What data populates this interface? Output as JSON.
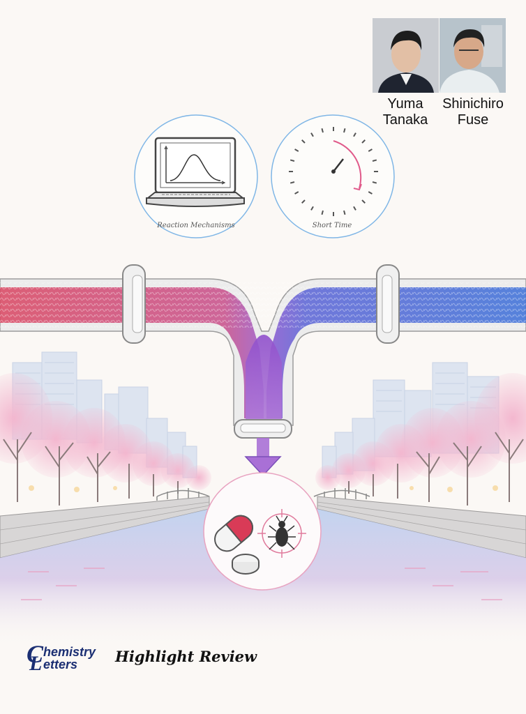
{
  "authors": [
    {
      "name": "Yuma\nTanaka"
    },
    {
      "name": "Shinichiro\nFuse"
    }
  ],
  "circles": [
    {
      "label": "Reaction Mechanisms",
      "icon": "laptop-graph-icon"
    },
    {
      "label": "Short Time",
      "icon": "stopwatch-icon"
    }
  ],
  "product_icons": [
    "capsule-icon",
    "tablet-icon",
    "insect-target-icon"
  ],
  "journal": {
    "line1": "hemistry",
    "line2": "etters",
    "initial1": "C",
    "initial2": "L"
  },
  "review_title": "Highlight Review",
  "colors": {
    "red_stream": "#d9455e",
    "blue_stream": "#3d6fd6",
    "mix": "#8a4fd0",
    "circle_blue": "#7fb6e6",
    "circle_pink": "#e8a3c0",
    "blossom": "#f1b6cf",
    "building": "#b9cbe6",
    "water": "#9ab8e8",
    "logo": "#1b2f73"
  }
}
